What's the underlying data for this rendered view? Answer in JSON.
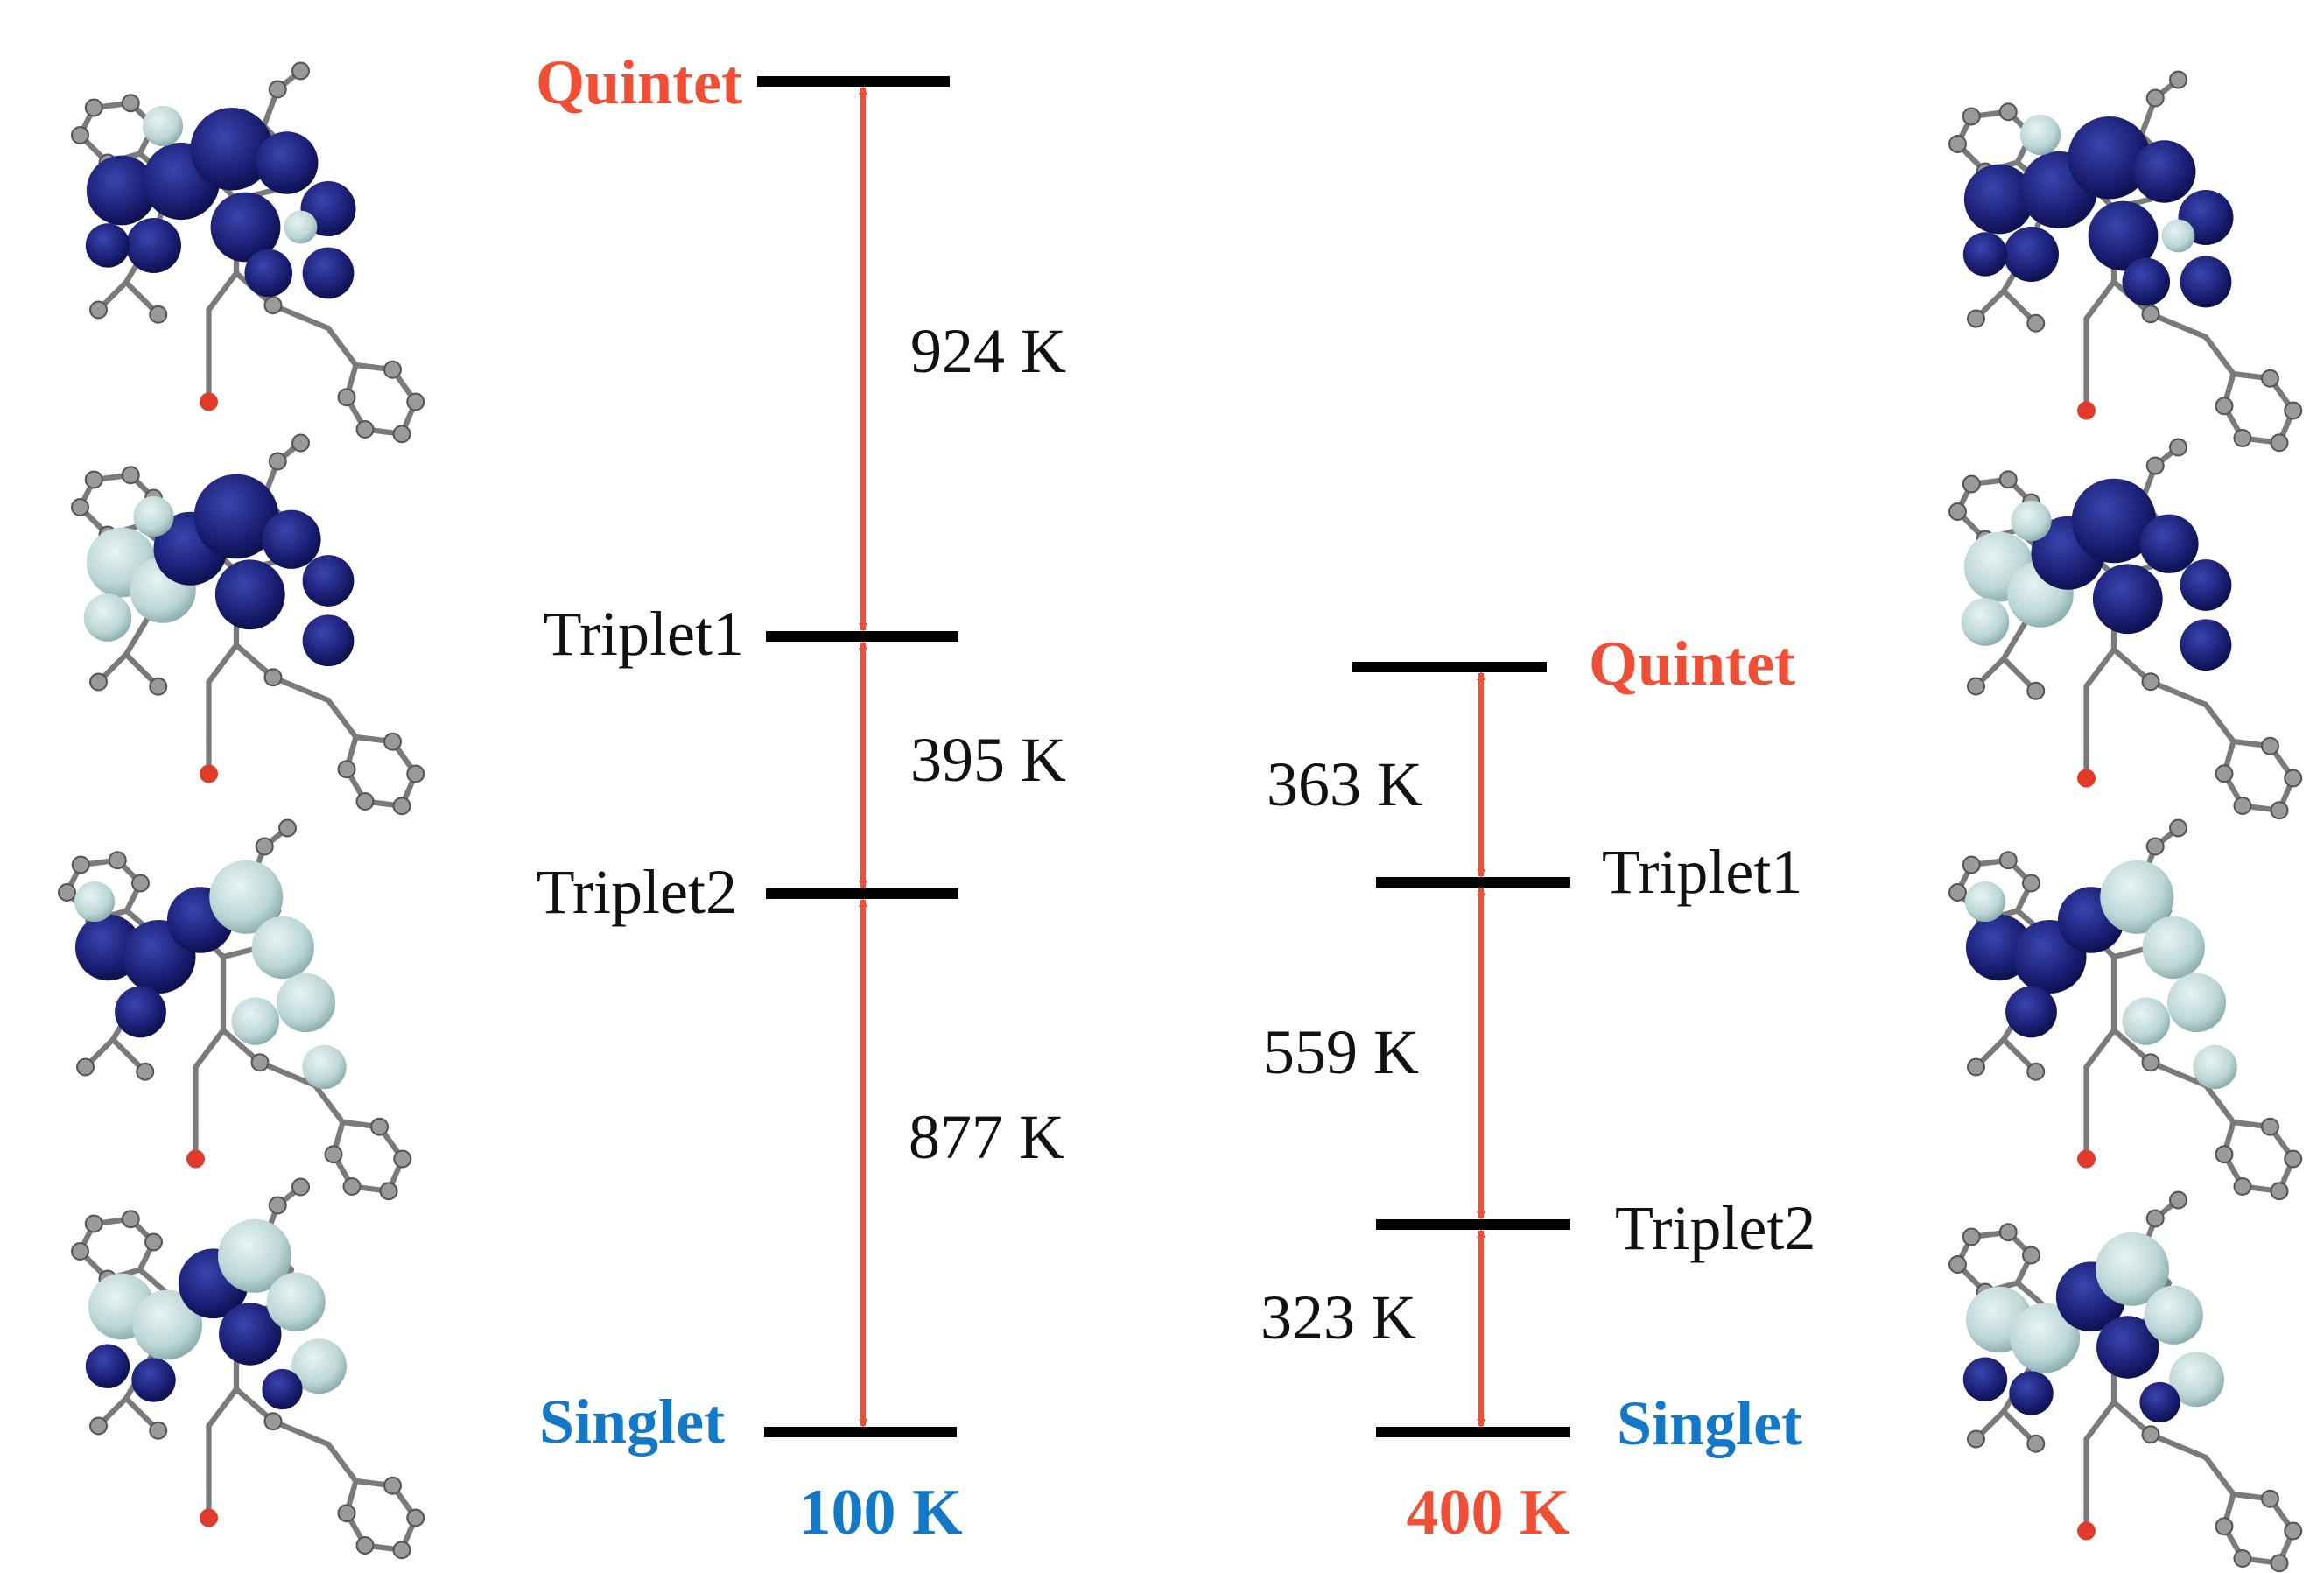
{
  "colors": {
    "quintet": "#f04e35",
    "singlet": "#1478c8",
    "arrow": "#f04e35",
    "level": "#000000",
    "spin_dark": "#1a1f73",
    "spin_light": "#bcd6d6"
  },
  "left": {
    "temperature": "100 K",
    "levels": {
      "quintet": "Quintet",
      "triplet1": "Triplet1",
      "triplet2": "Triplet2",
      "singlet": "Singlet"
    },
    "gaps": [
      "924 K",
      "395 K",
      "877 K"
    ]
  },
  "right": {
    "temperature": "400 K",
    "levels": {
      "quintet": "Quintet",
      "triplet1": "Triplet1",
      "triplet2": "Triplet2",
      "singlet": "Singlet"
    },
    "gaps": [
      "363 K",
      "559 K",
      "323 K"
    ]
  },
  "molecule_images": [
    {
      "state": "quintet",
      "spin_pattern": "mostly-dark"
    },
    {
      "state": "triplet1",
      "spin_pattern": "dark-center-light-left"
    },
    {
      "state": "triplet2",
      "spin_pattern": "dark-left-light-right"
    },
    {
      "state": "singlet",
      "spin_pattern": "mixed"
    }
  ]
}
